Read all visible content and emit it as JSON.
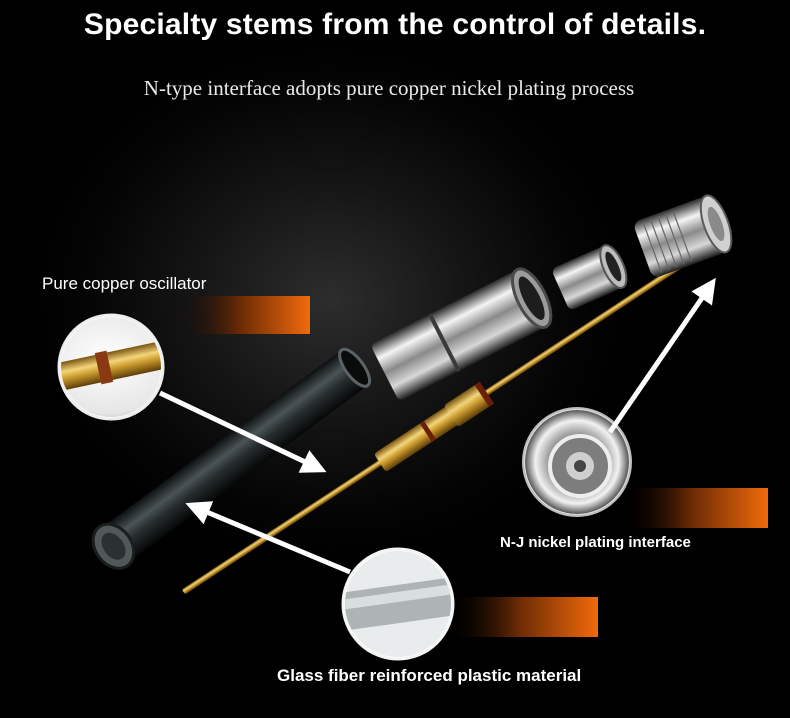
{
  "headline": "Specialty stems from the control of details.",
  "subline": "N-type interface adopts pure copper nickel plating process",
  "callouts": {
    "oscillator": "Pure copper oscillator",
    "interface": "N-J nickel plating interface",
    "material": "Glass fiber reinforced plastic material"
  },
  "colors": {
    "background": "#000000",
    "text": "#ffffff",
    "accent_orange": "#e8620a",
    "copper_gold": "#c9a03a"
  },
  "icons": [
    "arrow-icon",
    "magnifier-circle-icon"
  ]
}
